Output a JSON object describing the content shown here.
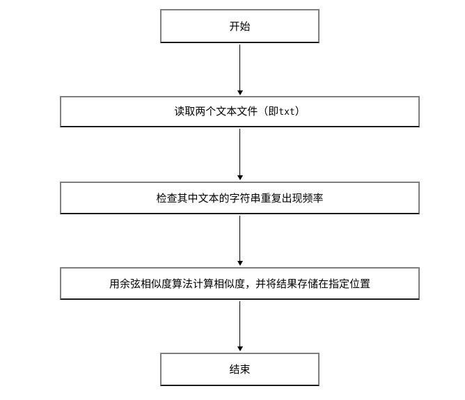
{
  "flowchart": {
    "type": "flowchart",
    "direction": "top-down",
    "nodes": [
      {
        "id": "start",
        "shape": "rectangle",
        "label": "开始"
      },
      {
        "id": "read-files",
        "shape": "rectangle",
        "label": "读取两个文本文件（即txt）",
        "label_parts": {
          "prefix": "读取两个文本文件（即",
          "code": "txt",
          "suffix": "）"
        }
      },
      {
        "id": "check-frequency",
        "shape": "rectangle",
        "label": "检查其中文本的字符串重复出现频率"
      },
      {
        "id": "cosine-similarity",
        "shape": "rectangle",
        "label": "用余弦相似度算法计算相似度，并将结果存储在指定位置"
      },
      {
        "id": "end",
        "shape": "rectangle",
        "label": "结束"
      }
    ],
    "edges": [
      {
        "from": "start",
        "to": "read-files",
        "style": "arrow-down"
      },
      {
        "from": "read-files",
        "to": "check-frequency",
        "style": "arrow-down"
      },
      {
        "from": "check-frequency",
        "to": "cosine-similarity",
        "style": "arrow-down"
      },
      {
        "from": "cosine-similarity",
        "to": "end",
        "style": "arrow-down"
      }
    ],
    "colors": {
      "background": "#ffffff",
      "box_fill": "#ffffff",
      "box_border_gray": "#7f7f7f",
      "box_border_dark": "#1a1a1a",
      "connector_line": "#000000",
      "text": "#000000"
    }
  }
}
